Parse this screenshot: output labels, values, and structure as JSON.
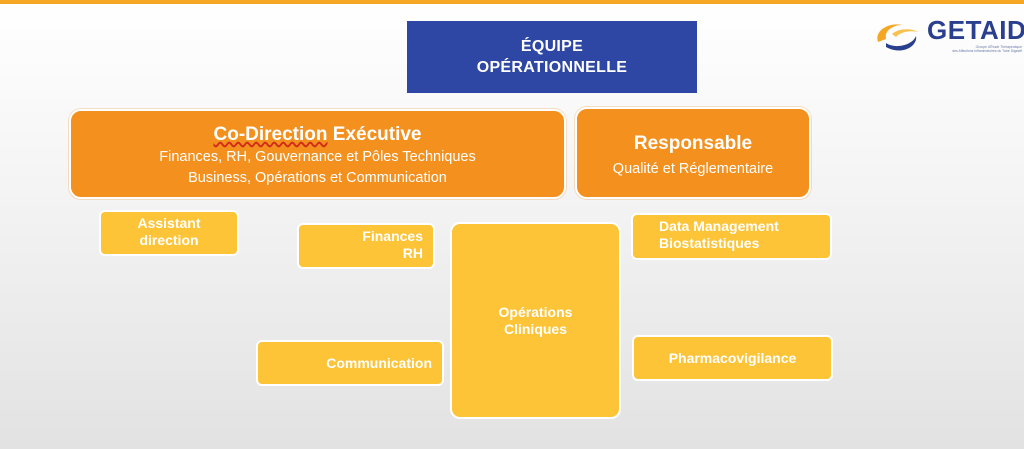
{
  "title": {
    "line1": "ÉQUIPE",
    "line2": "OPÉRATIONNELLE"
  },
  "logo": {
    "name": "GETAID",
    "subtitle_line1": "Groupe d'Étude Thérapeutique",
    "subtitle_line2": "des Affections Inflammatoires du Tube Digestif"
  },
  "codirection": {
    "title_underlined": "Co-Direction",
    "title_rest": " Exécutive",
    "line1": "Finances, RH, Gouvernance et Pôles Techniques",
    "line2": "Business, Opérations et Communication"
  },
  "responsable": {
    "title": "Responsable",
    "subtitle": "Qualité et Réglementaire"
  },
  "assistant": {
    "line1": "Assistant",
    "line2": "direction"
  },
  "finances": {
    "line1": "Finances",
    "line2": "RH"
  },
  "operations": {
    "line1": "Opérations",
    "line2": "Cliniques"
  },
  "communication": {
    "label": "Communication"
  },
  "data_management": {
    "line1": "Data Management",
    "line2": "Biostatistiques"
  },
  "pharmacovigilance": {
    "label": "Pharmacovigilance"
  },
  "colors": {
    "title_bg": "#2e47a4",
    "dark_orange": "#f4901e",
    "light_orange": "#fcc436",
    "logo_blue": "#2a3f8e",
    "accent": "#f5a623"
  }
}
